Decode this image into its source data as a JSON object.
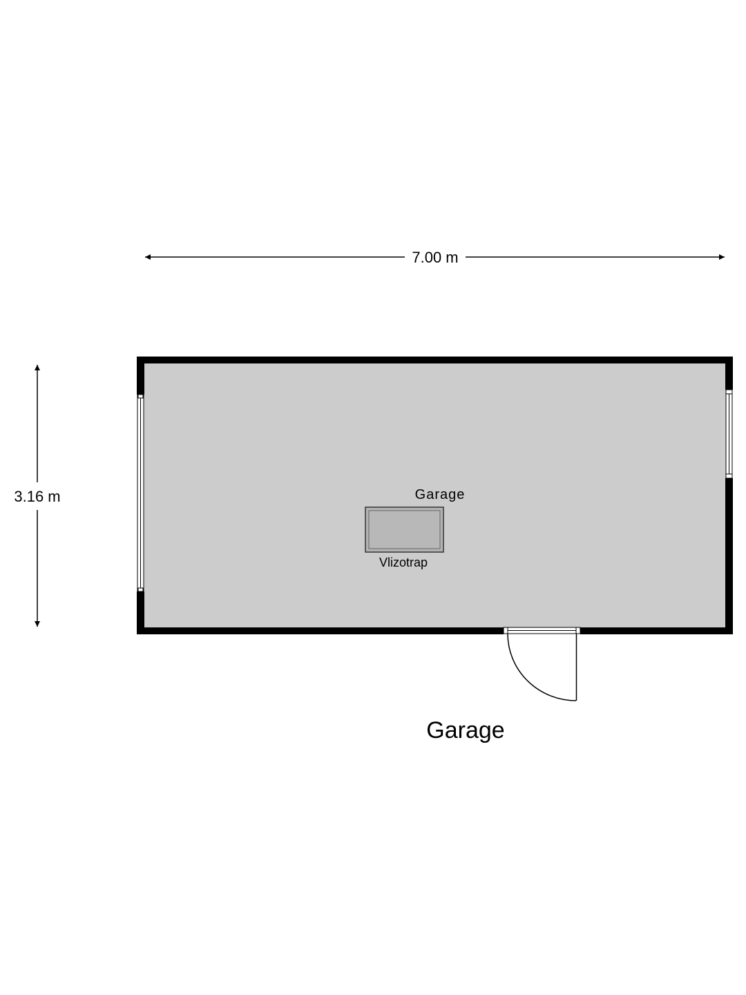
{
  "dimensions": {
    "width_label": "7.00 m",
    "height_label": "3.16 m"
  },
  "room": {
    "name": "Garage",
    "object_label": "Vlizotrap"
  },
  "plan_title": "Garage",
  "colors": {
    "wall": "#000000",
    "floor": "#cccccc",
    "hatch": "#b3b3b3",
    "background": "#ffffff"
  }
}
